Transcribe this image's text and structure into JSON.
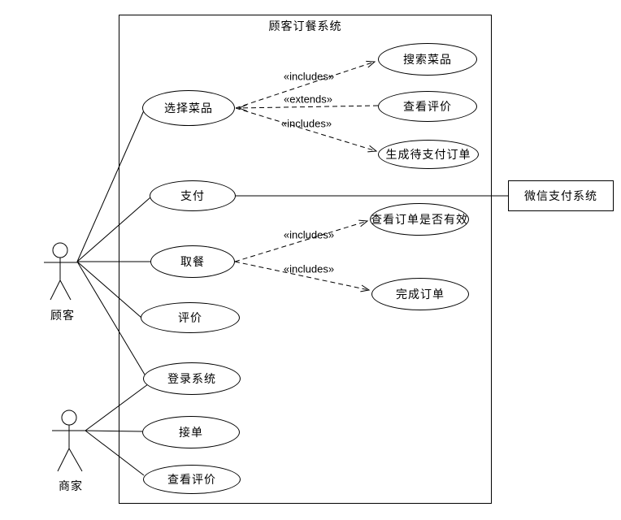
{
  "system": {
    "title": "顾客订餐系统"
  },
  "external_system": {
    "label": "微信支付系统"
  },
  "actors": [
    {
      "label": "顾客"
    },
    {
      "label": "商家"
    }
  ],
  "use_cases": [
    {
      "label": "选择菜品"
    },
    {
      "label": "支付"
    },
    {
      "label": "取餐"
    },
    {
      "label": "评价"
    },
    {
      "label": "登录系统"
    },
    {
      "label": "接单"
    },
    {
      "label": "查看评价"
    },
    {
      "label": "搜索菜品"
    },
    {
      "label": "查看评价"
    },
    {
      "label": "生成待支付订单"
    },
    {
      "label": "查看订单是否有效"
    },
    {
      "label": "完成订单"
    }
  ],
  "stereotypes": [
    {
      "label": "«includes»"
    },
    {
      "label": "«extends»"
    },
    {
      "label": "«includes»"
    },
    {
      "label": "«includes»"
    },
    {
      "label": "«includes»"
    }
  ],
  "colors": {
    "line": "#000000",
    "background": "#ffffff",
    "text": "#000000"
  }
}
